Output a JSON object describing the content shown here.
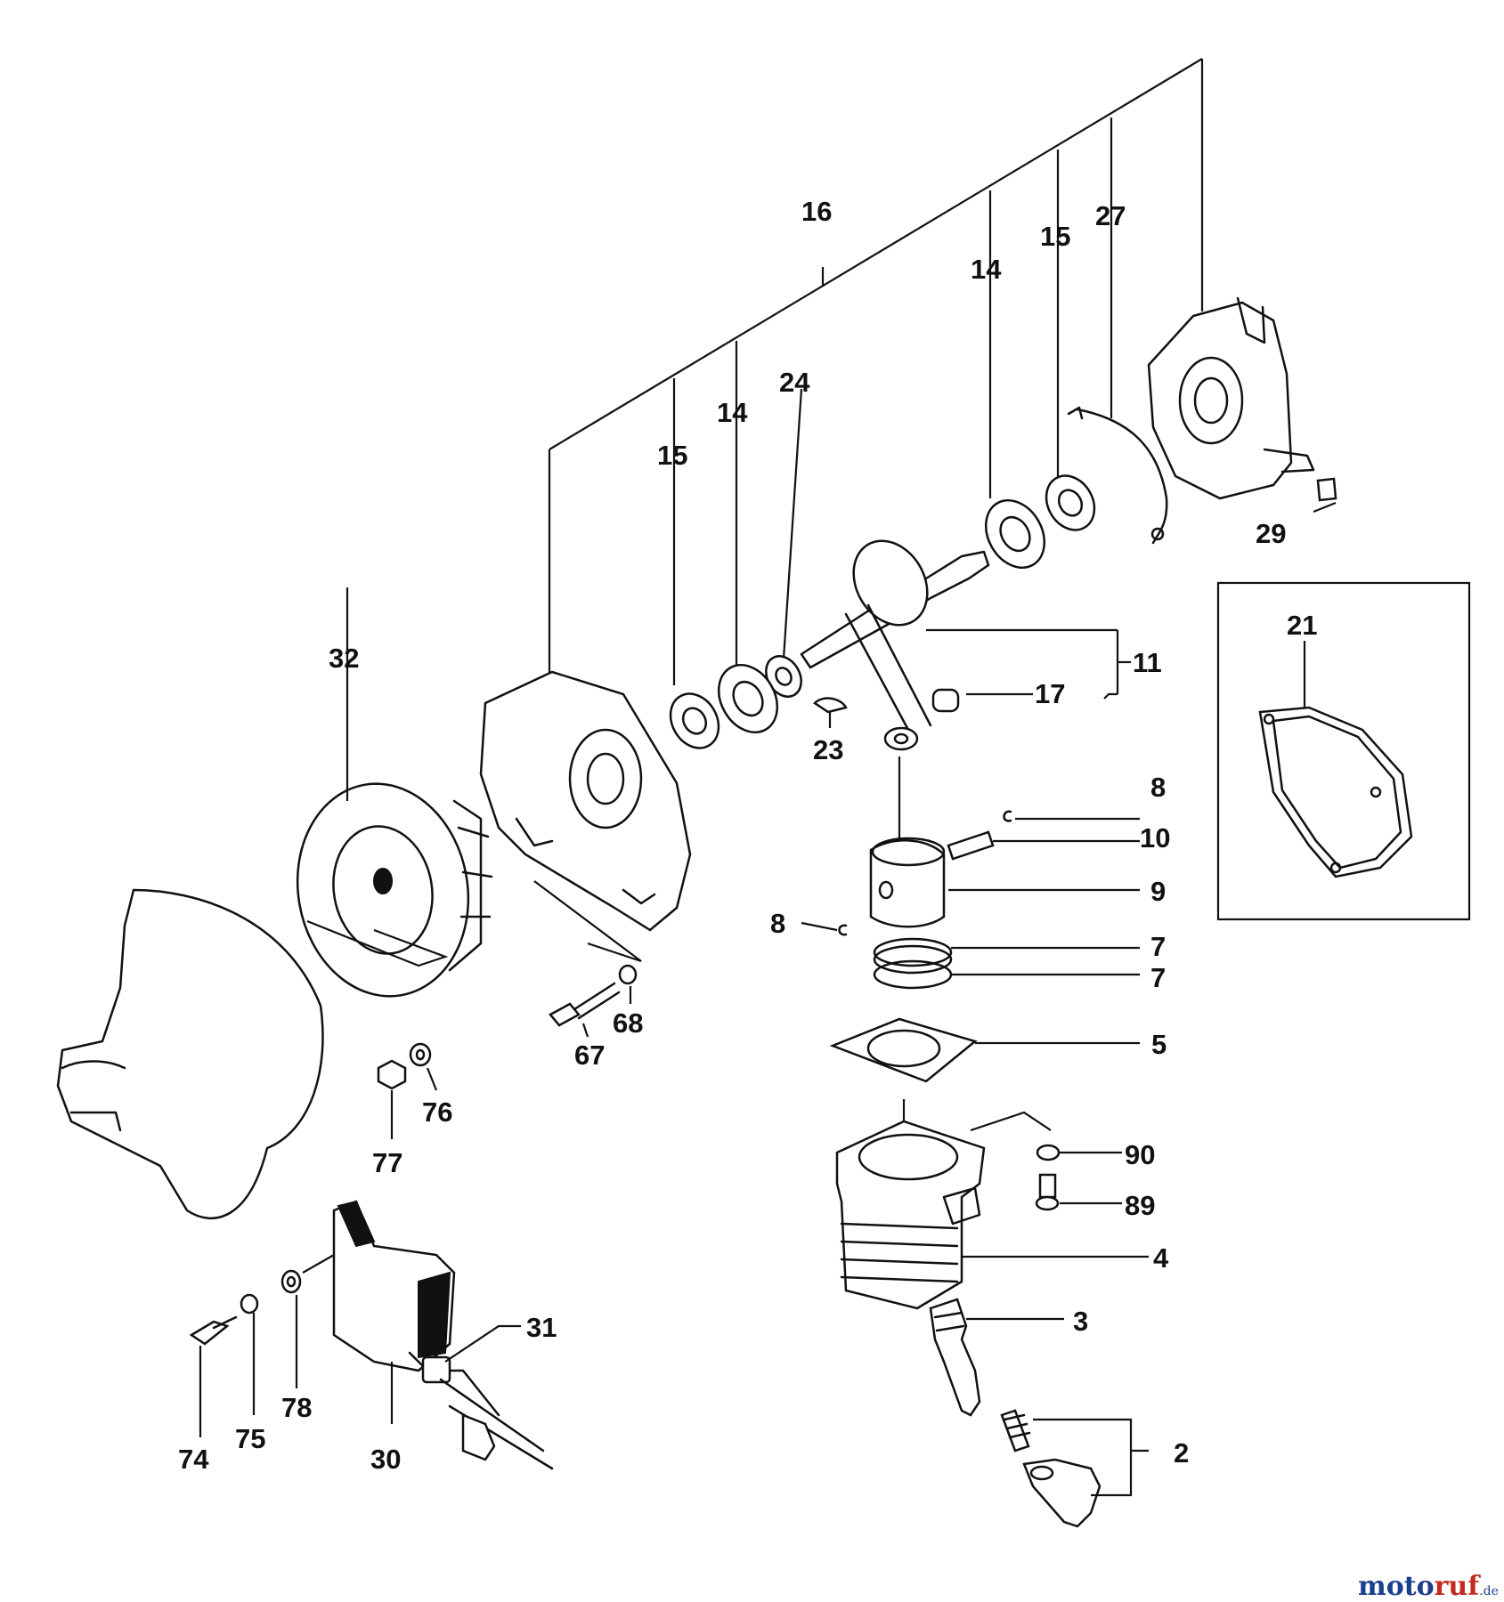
{
  "labels": {
    "p16": "16",
    "p15a": "15",
    "p27": "27",
    "p14a": "14",
    "p24": "24",
    "p14b": "14",
    "p15b": "15",
    "p29": "29",
    "p21": "21",
    "p32": "32",
    "p11": "11",
    "p17": "17",
    "p23": "23",
    "p8a": "8",
    "p10": "10",
    "p9": "9",
    "p8b": "8",
    "p7a": "7",
    "p7b": "7",
    "p5": "5",
    "p68": "68",
    "p67": "67",
    "p76": "76",
    "p77": "77",
    "p90": "90",
    "p89": "89",
    "p4": "4",
    "p31": "31",
    "p3": "3",
    "p74": "74",
    "p75": "75",
    "p78": "78",
    "p30": "30",
    "p2": "2"
  },
  "watermark": {
    "brand_a": "moto",
    "brand_b": "ruf",
    "suffix": ".de"
  }
}
